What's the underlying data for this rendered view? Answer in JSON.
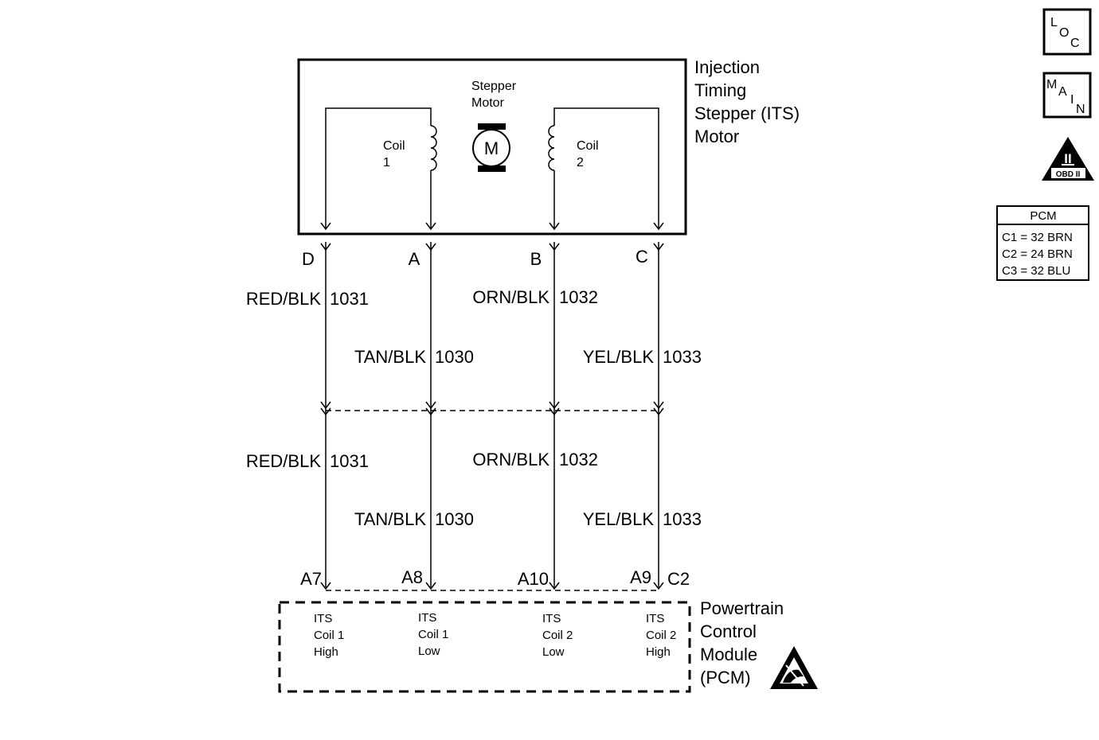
{
  "component": {
    "title_lines": [
      "Injection",
      "Timing",
      "Stepper (ITS)",
      "Motor"
    ],
    "stepper_label": [
      "Stepper",
      "Motor"
    ],
    "motor_symbol": "M",
    "coil1_label": [
      "Coil",
      "1"
    ],
    "coil2_label": [
      "Coil",
      "2"
    ]
  },
  "connector_pins": [
    "D",
    "A",
    "B",
    "C"
  ],
  "wires_upper": [
    {
      "color": "RED/BLK",
      "circuit": "1031"
    },
    {
      "color": "TAN/BLK",
      "circuit": "1030"
    },
    {
      "color": "ORN/BLK",
      "circuit": "1032"
    },
    {
      "color": "YEL/BLK",
      "circuit": "1033"
    }
  ],
  "wires_lower": [
    {
      "color": "RED/BLK",
      "circuit": "1031"
    },
    {
      "color": "TAN/BLK",
      "circuit": "1030"
    },
    {
      "color": "ORN/BLK",
      "circuit": "1032"
    },
    {
      "color": "YEL/BLK",
      "circuit": "1033"
    }
  ],
  "pcm_pins": [
    "A7",
    "A8",
    "A10",
    "A9"
  ],
  "pcm_connector": "C2",
  "pcm": {
    "title_lines": [
      "Powertrain",
      "Control",
      "Module",
      "(PCM)"
    ],
    "terminals": [
      [
        "ITS",
        "Coil 1",
        "High"
      ],
      [
        "ITS",
        "Coil 1",
        "Low"
      ],
      [
        "ITS",
        "Coil 2",
        "Low"
      ],
      [
        "ITS",
        "Coil 2",
        "High"
      ]
    ]
  },
  "side_icons": {
    "loc": [
      "L",
      "O",
      "C"
    ],
    "main": [
      "M",
      "A",
      "I",
      "N"
    ],
    "obd": {
      "numeral": "II",
      "caption": "OBD II"
    }
  },
  "pcm_legend": {
    "header": "PCM",
    "rows": [
      "C1 = 32 BRN",
      "C2 = 24 BRN",
      "C3 = 32 BLU"
    ]
  }
}
